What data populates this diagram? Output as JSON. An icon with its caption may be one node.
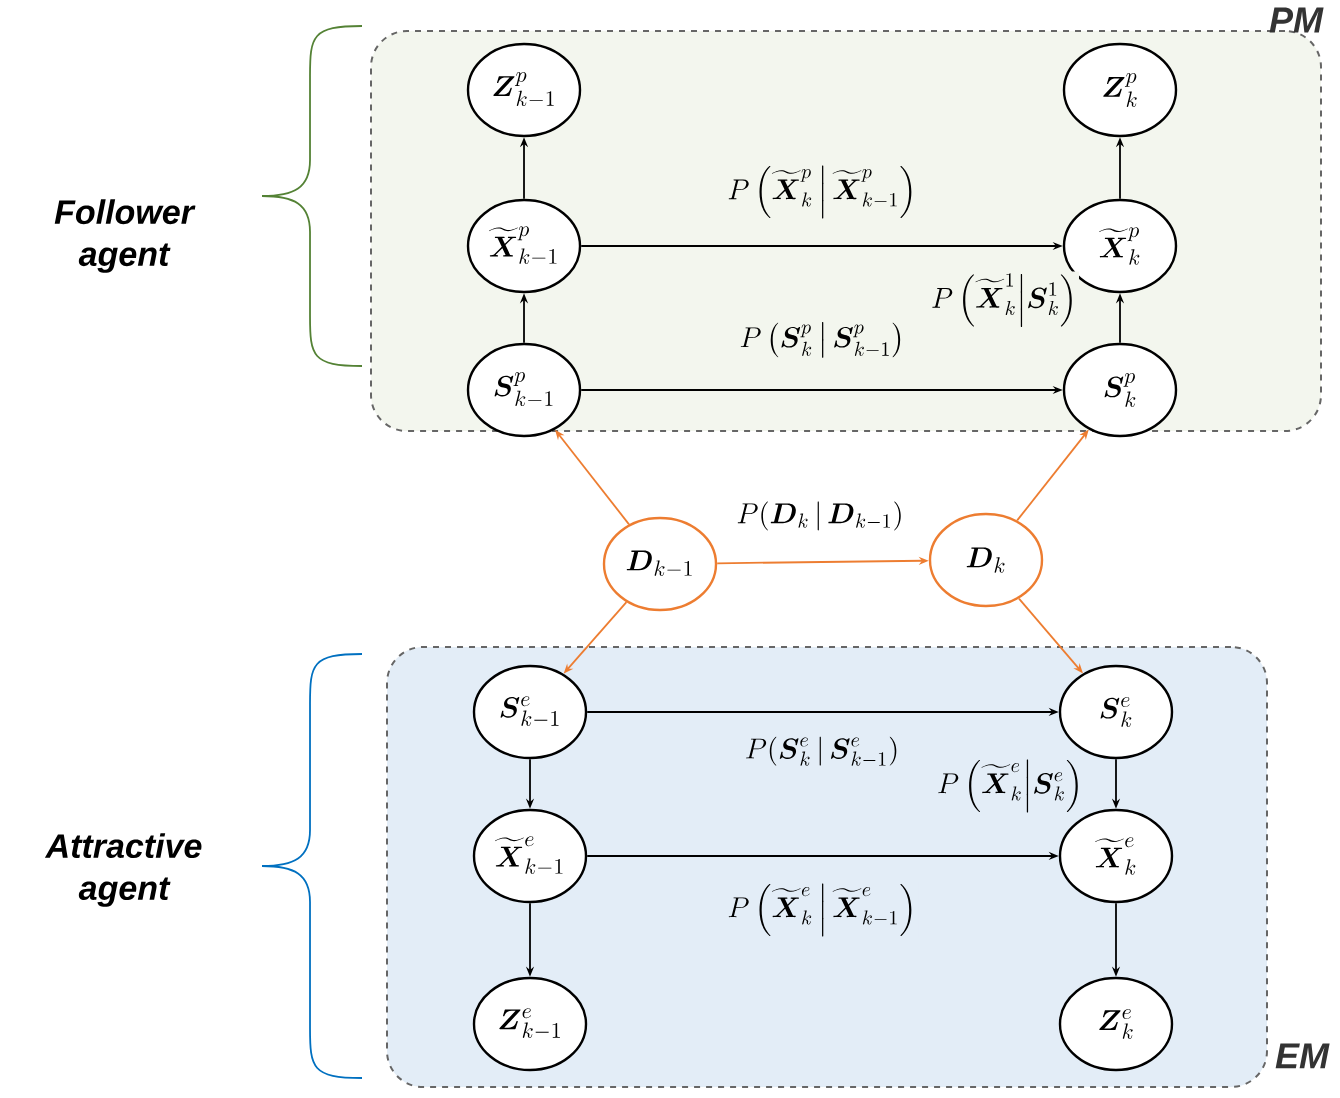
{
  "diagram": {
    "nodes": [
      {
        "text": [
          "PM"
        ]
      },
      {
        "text": [
          "\\boldsymbol{Z}^{p}_{k-1}"
        ],
        "in": 0
      },
      {
        "text": [
          "\\boldsymbol{Z}^{p}_{k}"
        ],
        "in": 0
      },
      {
        "text": [
          "\\widetilde{\\boldsymbol{X}}^{p}_{k-1}"
        ],
        "in": 0
      },
      {
        "text": [
          "\\widetilde{\\boldsymbol{X}}^{p}_{k}"
        ],
        "in": 0
      },
      {
        "text": [
          "\\boldsymbol{S}^{p}_{k-1}"
        ],
        "in": 0
      },
      {
        "text": [
          "\\boldsymbol{S}^{p}_{k}"
        ],
        "in": 0
      },
      {
        "text": [
          "\\boldsymbol{D}_{k-1}"
        ]
      },
      {
        "text": [
          "\\boldsymbol{D}_{k}"
        ]
      },
      {
        "text": [
          "EM"
        ]
      },
      {
        "text": [
          "\\boldsymbol{S}^{e}_{k-1}"
        ],
        "in": 9
      },
      {
        "text": [
          "\\boldsymbol{S}^{e}_{k}"
        ],
        "in": 9
      },
      {
        "text": [
          "\\widetilde{\\boldsymbol{X}}^{e}_{k-1}"
        ],
        "in": 9
      },
      {
        "text": [
          "\\widetilde{\\boldsymbol{X}}^{e}_{k}"
        ],
        "in": 9
      },
      {
        "text": [
          "\\boldsymbol{Z}^{e}_{k-1}"
        ],
        "in": 9
      },
      {
        "text": [
          "\\boldsymbol{Z}^{e}_{k}"
        ],
        "in": 9
      }
    ],
    "edges": [
      {
        "from": 3,
        "to": 1,
        "arrow": "to"
      },
      {
        "from": 4,
        "to": 2,
        "arrow": "to"
      },
      {
        "from": 3,
        "to": 4,
        "arrow": "to",
        "label": "P\\left(\\widetilde{\\boldsymbol{X}}^{p}_{k}\\,\\middle|\\,\\widetilde{\\boldsymbol{X}}^{p}_{k-1}\\right)"
      },
      {
        "from": 5,
        "to": 3,
        "arrow": "to"
      },
      {
        "from": 6,
        "to": 4,
        "arrow": "to",
        "label": "P\\left(\\widetilde{\\boldsymbol{X}}^{1}_{k}\\middle|\\boldsymbol{S}^{1}_{k}\\right)"
      },
      {
        "from": 5,
        "to": 6,
        "arrow": "to",
        "label": "P\\left(\\boldsymbol{S}^{p}_{k}\\,\\middle|\\,\\boldsymbol{S}^{p}_{k-1}\\right)"
      },
      {
        "from": 7,
        "to": 5,
        "arrow": "to",
        "color": "#ed7d31"
      },
      {
        "from": 8,
        "to": 6,
        "arrow": "to",
        "color": "#ed7d31"
      },
      {
        "from": 7,
        "to": 8,
        "arrow": "to",
        "color": "#ed7d31",
        "label": "P(\\boldsymbol{D}_{k}\\,|\\,\\boldsymbol{D}_{k-1})"
      },
      {
        "from": 7,
        "to": 10,
        "arrow": "to",
        "color": "#ed7d31"
      },
      {
        "from": 8,
        "to": 11,
        "arrow": "to",
        "color": "#ed7d31"
      },
      {
        "from": 10,
        "to": 11,
        "arrow": "to",
        "label": "P(\\boldsymbol{S}^{e}_{k}\\,|\\,\\boldsymbol{S}^{e}_{k-1})"
      },
      {
        "from": 11,
        "to": 13,
        "arrow": "to",
        "label": "P\\left(\\widetilde{\\boldsymbol{X}}^{e}_{k}\\middle|\\boldsymbol{S}^{e}_{k}\\right)"
      },
      {
        "from": 10,
        "to": 12,
        "arrow": "to"
      },
      {
        "from": 12,
        "to": 13,
        "arrow": "to",
        "label": "P\\left(\\widetilde{\\boldsymbol{X}}^{e}_{k}\\,\\middle|\\,\\widetilde{\\boldsymbol{X}}^{e}_{k-1}\\right)"
      },
      {
        "from": 12,
        "to": 14,
        "arrow": "to"
      },
      {
        "from": 13,
        "to": 15,
        "arrow": "to"
      }
    ],
    "labels": [
      "Follower agent",
      "Attractive agent"
    ]
  }
}
